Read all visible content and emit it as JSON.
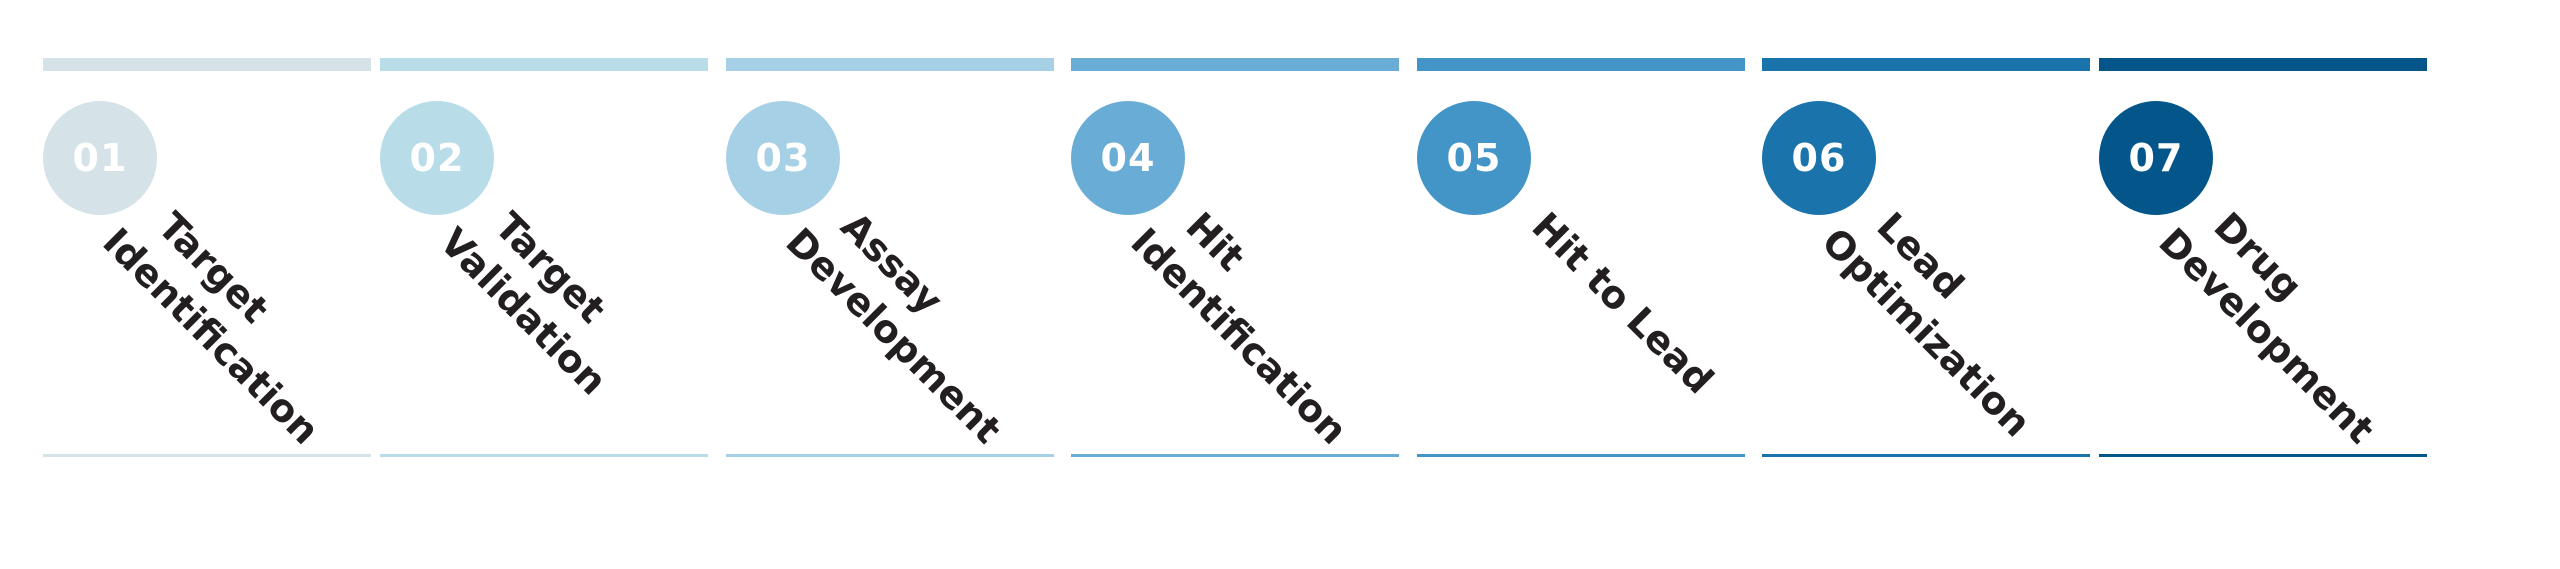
{
  "steps": [
    {
      "number": "01",
      "line1": "Target",
      "line2": "Identification",
      "color": "#d5e3e8"
    },
    {
      "number": "02",
      "line1": "Target",
      "line2": "Validation",
      "color": "#b8dde9"
    },
    {
      "number": "03",
      "line1": "Assay",
      "line2": "Development",
      "color": "#a6d0e6"
    },
    {
      "number": "04",
      "line1": "Hit",
      "line2": "Identification",
      "color": "#69add6"
    },
    {
      "number": "05",
      "line1": "Hit to Lead",
      "line2": "",
      "color": "#4394c7"
    },
    {
      "number": "06",
      "line1": "Lead",
      "line2": "Optimization",
      "color": "#1a73ab"
    },
    {
      "number": "07",
      "line1": "Drug",
      "line2": "Development",
      "color": "#04568a"
    }
  ]
}
